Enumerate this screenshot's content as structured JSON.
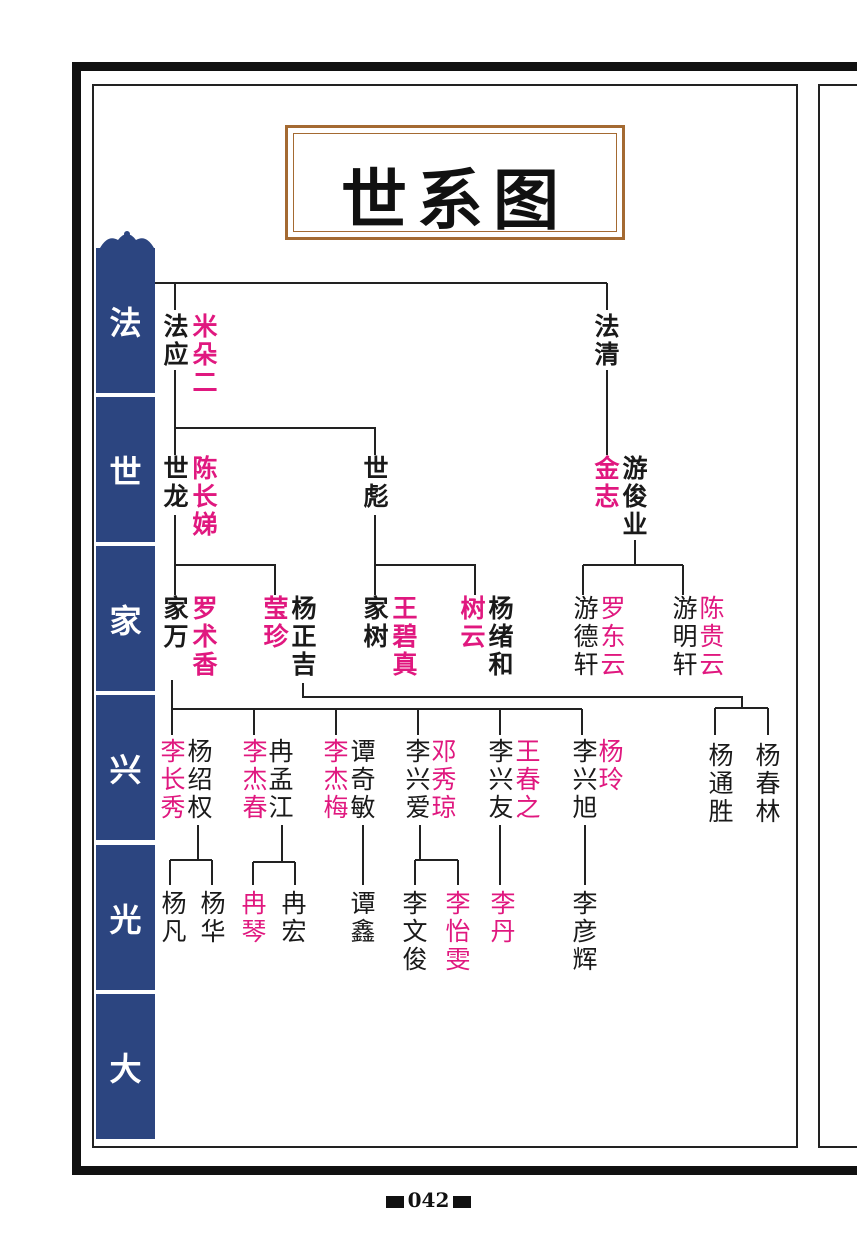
{
  "title": "世系图",
  "generations": [
    "法",
    "世",
    "家",
    "兴",
    "光",
    "大"
  ],
  "page_number": "042",
  "colors": {
    "spouse": "#e0187f",
    "sidebar": "#2c4580",
    "frame": "#a46a32"
  },
  "tree": {
    "fa_ying": "法应",
    "mi_duo_er": "米朵二",
    "fa_qing": "法清",
    "shi_long": "世龙",
    "chen_chang_di": "陈长娣",
    "shi_biao": "世彪",
    "jin_zhi": "金志",
    "you_jun_ye": "游俊业",
    "jia_wan": "家万",
    "luo_shu_xiang": "罗术香",
    "ying_zhen": "莹珍",
    "yang_zheng_ji": "杨正吉",
    "jia_shu": "家树",
    "wang_bi_zhen": "王碧真",
    "shu_yun": "树云",
    "yang_xu_he": "杨绪和",
    "you_de_xuan": "游德轩",
    "luo_dong_yun": "罗东云",
    "you_ming_xuan": "游明轩",
    "chen_gui_yun": "陈贵云",
    "li_chang_xiu": "李长秀",
    "yang_shao_quan": "杨绍权",
    "li_jie_chun": "李杰春",
    "ran_meng_jiang": "冉孟江",
    "li_jie_mei": "李杰梅",
    "tan_qi_min": "谭奇敏",
    "li_xing_ai": "李兴爱",
    "deng_xiu_qiong": "邓秀琼",
    "li_xing_you": "李兴友",
    "wang_chun_zhi": "王春之",
    "li_xing_xu": "李兴旭",
    "yang_ling": "杨玲",
    "yang_tong_sheng": "杨通胜",
    "yang_chun_lin": "杨春林",
    "yang_fan": "杨凡",
    "yang_hua": "杨华",
    "ran_qin": "冉琴",
    "ran_hong": "冉宏",
    "tan_xin": "谭鑫",
    "li_wen_jun": "李文俊",
    "li_yi_wen": "李怡雯",
    "li_dan": "李丹",
    "li_yan_hui": "李彦辉"
  }
}
